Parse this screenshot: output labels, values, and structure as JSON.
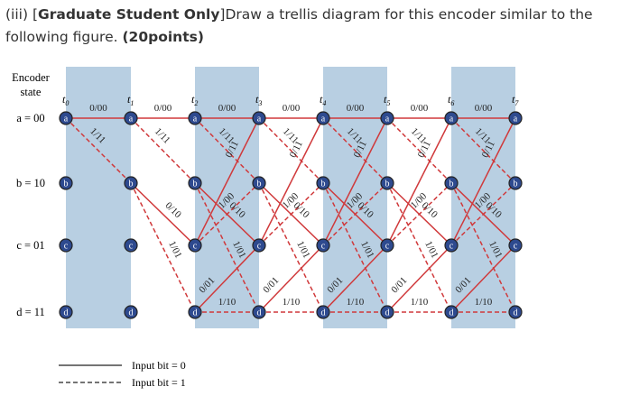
{
  "question": {
    "prefix": "(iii) [",
    "bold1": "Graduate Student Only",
    "middle": "]Draw a trellis diagram for this encoder similar to the following figure. ",
    "bold2": "(20points)"
  },
  "diagram": {
    "axis_title_line1": "Encoder",
    "axis_title_line2": "state",
    "states": [
      {
        "id": "a",
        "label": "a = 00"
      },
      {
        "id": "b",
        "label": "b = 10"
      },
      {
        "id": "c",
        "label": "c = 01"
      },
      {
        "id": "d",
        "label": "d = 11"
      }
    ],
    "times": [
      "t0",
      "t1",
      "t2",
      "t3",
      "t4",
      "t5",
      "t6",
      "t7"
    ],
    "transitions": [
      {
        "from": "a",
        "to": "a",
        "label": "0/00",
        "input": 0
      },
      {
        "from": "a",
        "to": "b",
        "label": "1/11",
        "input": 1
      },
      {
        "from": "b",
        "to": "c",
        "label": "0/10",
        "input": 0
      },
      {
        "from": "b",
        "to": "d",
        "label": "1/01",
        "input": 1
      },
      {
        "from": "c",
        "to": "a",
        "label": "0/11",
        "input": 0
      },
      {
        "from": "c",
        "to": "b",
        "label": "1/00",
        "input": 1
      },
      {
        "from": "d",
        "to": "c",
        "label": "0/01",
        "input": 0
      },
      {
        "from": "d",
        "to": "d",
        "label": "1/10",
        "input": 1
      }
    ],
    "colors": {
      "edge": "#d0393b",
      "node": "#2e4a8f",
      "band": "#b8cfe2"
    },
    "legend": [
      {
        "style": "solid",
        "label": "Input bit = 0"
      },
      {
        "style": "dashed",
        "label": "Input bit = 1"
      }
    ]
  }
}
